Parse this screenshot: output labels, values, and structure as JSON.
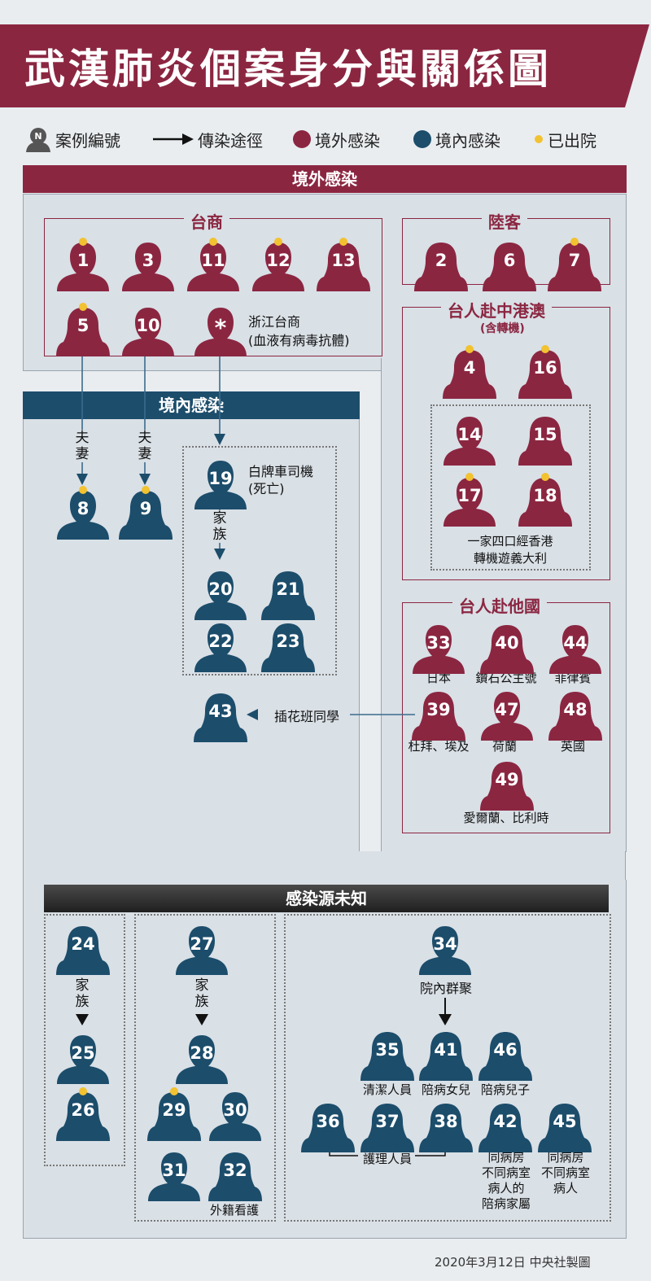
{
  "title": "武漢肺炎個案身分與關係圖",
  "legend": {
    "case_number": "案例編號",
    "transmission": "傳染途徑",
    "imported": "境外感染",
    "local": "境內感染",
    "discharged": "已出院",
    "sample_glyph": "N"
  },
  "colors": {
    "imported": "#8b2641",
    "local": "#1c4d6b",
    "discharged": "#f2c230",
    "unknown_header": "#2a2a2a"
  },
  "sections": {
    "imported": "境外感染",
    "local": "境內感染",
    "unknown": "感染源未知"
  },
  "groups": {
    "taishang": "台商",
    "luke": "陸客",
    "hk_macau": "台人赴中港澳",
    "hk_macau_note": "(含轉機)",
    "other_countries": "台人赴他國"
  },
  "labels": {
    "zhejiang_1": "浙江台商",
    "zhejiang_2": "(血液有病毒抗體)",
    "star": "*",
    "spouse1": "夫妻",
    "spouse2": "夫妻",
    "driver_1": "白牌車司機",
    "driver_2": "(死亡)",
    "family_19": "家族",
    "family_24": "家族",
    "family_27": "家族",
    "family4_1": "一家四口經香港",
    "family4_2": "轉機遊義大利",
    "flower_class": "插花班同學",
    "japan": "日本",
    "diamond": "鑽石公主號",
    "philippines": "菲律賓",
    "dubai": "杜拜、埃及",
    "netherlands": "荷蘭",
    "uk": "英國",
    "ireland": "愛爾蘭、比利時",
    "cluster": "院內群聚",
    "cleaner": "清潔人員",
    "daughter": "陪病女兒",
    "son": "陪病兒子",
    "caregiver": "外籍看護",
    "nurses": "護理人員",
    "same_room_1": "同病房",
    "same_room_2": "不同病室",
    "same_room_3": "病人的",
    "same_room_4": "陪病家屬",
    "same_room_b1": "同病房",
    "same_room_b2": "不同病室",
    "same_room_b3": "病人"
  },
  "cases": [
    {
      "n": "1",
      "type": "imported",
      "gender": "m",
      "discharged": true
    },
    {
      "n": "3",
      "type": "imported",
      "gender": "m",
      "discharged": false
    },
    {
      "n": "11",
      "type": "imported",
      "gender": "m",
      "discharged": true
    },
    {
      "n": "12",
      "type": "imported",
      "gender": "m",
      "discharged": true
    },
    {
      "n": "13",
      "type": "imported",
      "gender": "f",
      "discharged": true
    },
    {
      "n": "5",
      "type": "imported",
      "gender": "f",
      "discharged": true
    },
    {
      "n": "10",
      "type": "imported",
      "gender": "m",
      "discharged": false
    },
    {
      "n": "2",
      "type": "imported",
      "gender": "f",
      "discharged": false
    },
    {
      "n": "6",
      "type": "imported",
      "gender": "f",
      "discharged": false
    },
    {
      "n": "7",
      "type": "imported",
      "gender": "f",
      "discharged": true
    },
    {
      "n": "4",
      "type": "imported",
      "gender": "f",
      "discharged": true
    },
    {
      "n": "16",
      "type": "imported",
      "gender": "f",
      "discharged": true
    },
    {
      "n": "14",
      "type": "imported",
      "gender": "m",
      "discharged": false
    },
    {
      "n": "15",
      "type": "imported",
      "gender": "f",
      "discharged": false
    },
    {
      "n": "17",
      "type": "imported",
      "gender": "m",
      "discharged": true
    },
    {
      "n": "18",
      "type": "imported",
      "gender": "f",
      "discharged": true
    },
    {
      "n": "33",
      "type": "imported",
      "gender": "m",
      "discharged": false
    },
    {
      "n": "40",
      "type": "imported",
      "gender": "f",
      "discharged": false
    },
    {
      "n": "44",
      "type": "imported",
      "gender": "m",
      "discharged": false
    },
    {
      "n": "39",
      "type": "imported",
      "gender": "f",
      "discharged": false
    },
    {
      "n": "47",
      "type": "imported",
      "gender": "m",
      "discharged": false
    },
    {
      "n": "48",
      "type": "imported",
      "gender": "f",
      "discharged": false
    },
    {
      "n": "49",
      "type": "imported",
      "gender": "f",
      "discharged": false
    },
    {
      "n": "8",
      "type": "local",
      "gender": "m",
      "discharged": true
    },
    {
      "n": "9",
      "type": "local",
      "gender": "f",
      "discharged": true
    },
    {
      "n": "19",
      "type": "local",
      "gender": "m",
      "discharged": false
    },
    {
      "n": "20",
      "type": "local",
      "gender": "m",
      "discharged": false
    },
    {
      "n": "21",
      "type": "local",
      "gender": "f",
      "discharged": false
    },
    {
      "n": "22",
      "type": "local",
      "gender": "m",
      "discharged": false
    },
    {
      "n": "23",
      "type": "local",
      "gender": "f",
      "discharged": false
    },
    {
      "n": "43",
      "type": "local",
      "gender": "f",
      "discharged": false
    },
    {
      "n": "24",
      "type": "local",
      "gender": "f",
      "discharged": false
    },
    {
      "n": "25",
      "type": "local",
      "gender": "m",
      "discharged": false
    },
    {
      "n": "26",
      "type": "local",
      "gender": "f",
      "discharged": true
    },
    {
      "n": "27",
      "type": "local",
      "gender": "m",
      "discharged": false
    },
    {
      "n": "28",
      "type": "local",
      "gender": "m",
      "discharged": false
    },
    {
      "n": "29",
      "type": "local",
      "gender": "f",
      "discharged": true
    },
    {
      "n": "30",
      "type": "local",
      "gender": "m",
      "discharged": false
    },
    {
      "n": "31",
      "type": "local",
      "gender": "m",
      "discharged": false
    },
    {
      "n": "32",
      "type": "local",
      "gender": "f",
      "discharged": false
    },
    {
      "n": "34",
      "type": "local",
      "gender": "m",
      "discharged": false
    },
    {
      "n": "35",
      "type": "local",
      "gender": "f",
      "discharged": false
    },
    {
      "n": "41",
      "type": "local",
      "gender": "f",
      "discharged": false
    },
    {
      "n": "46",
      "type": "local",
      "gender": "f",
      "discharged": false
    },
    {
      "n": "36",
      "type": "local",
      "gender": "f",
      "discharged": false
    },
    {
      "n": "37",
      "type": "local",
      "gender": "f",
      "discharged": false
    },
    {
      "n": "38",
      "type": "local",
      "gender": "f",
      "discharged": false
    },
    {
      "n": "42",
      "type": "local",
      "gender": "f",
      "discharged": false
    },
    {
      "n": "45",
      "type": "local",
      "gender": "f",
      "discharged": false
    }
  ],
  "footer": "2020年3月12日 中央社製圖"
}
